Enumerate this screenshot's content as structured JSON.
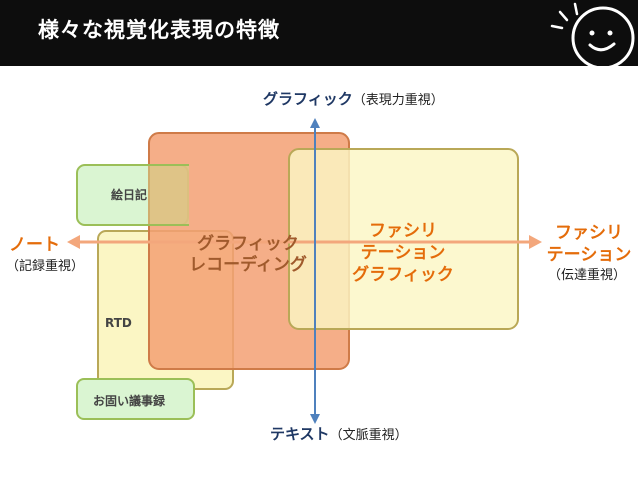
{
  "header": {
    "title": "様々な視覚化表現の特徴"
  },
  "axes": {
    "top": {
      "main": "グラフィック",
      "sub": "（表現力重視）"
    },
    "bottom": {
      "main": "テキスト",
      "sub": "（文脈重視）"
    },
    "left": {
      "main": "ノート",
      "sub": "（記録重視）"
    },
    "right": {
      "main1": "ファシリ",
      "main2": "テーション",
      "sub": "（伝達重視）"
    }
  },
  "regions": {
    "ehnikki": "絵日記",
    "rtd": "RTD",
    "minutes": "お固い議事録",
    "graphic_recording": [
      "グラフィック",
      "レコーディング"
    ],
    "facilitation_graphic": [
      "ファシリ",
      "テーション",
      "グラフィック"
    ]
  },
  "colors": {
    "header_bg": "#0d0d0d",
    "orange": "#f5b08a",
    "yellow": "#fbf6c4",
    "green": "#daf5d2",
    "axis_blue": "#4f81bd",
    "axis_orange": "#f3a77c",
    "text_orange": "#e46c0a",
    "text_blue": "#1f3864"
  },
  "icons": {
    "face": "smiley-face-icon"
  }
}
